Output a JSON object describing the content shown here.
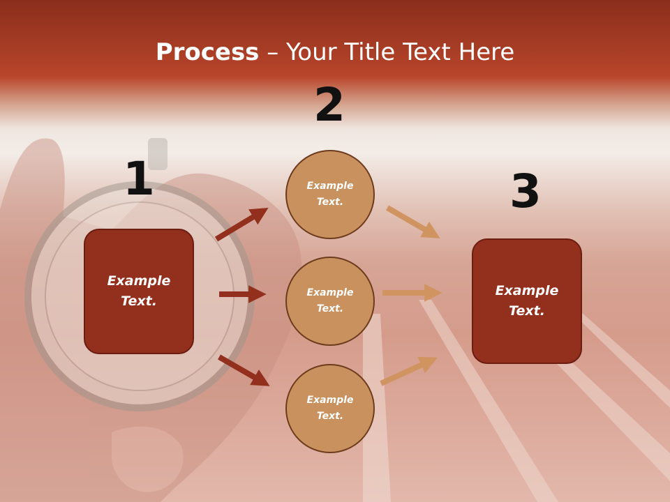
{
  "title": {
    "bold": "Process",
    "rest": " – Your Title Text Here"
  },
  "steps": {
    "one": "1",
    "two": "2",
    "three": "3"
  },
  "left_box": {
    "text": "Example\nText."
  },
  "circles": [
    {
      "text": "Example\nText."
    },
    {
      "text": "Example\nText."
    },
    {
      "text": "Example\nText."
    }
  ],
  "right_box": {
    "text": "Example\nText."
  },
  "colors": {
    "title_band": "#b8452a",
    "box_fill": "#93301d",
    "circle_fill": "#c9915e",
    "arrow_dark": "#93301d",
    "arrow_light": "#cf9460"
  }
}
